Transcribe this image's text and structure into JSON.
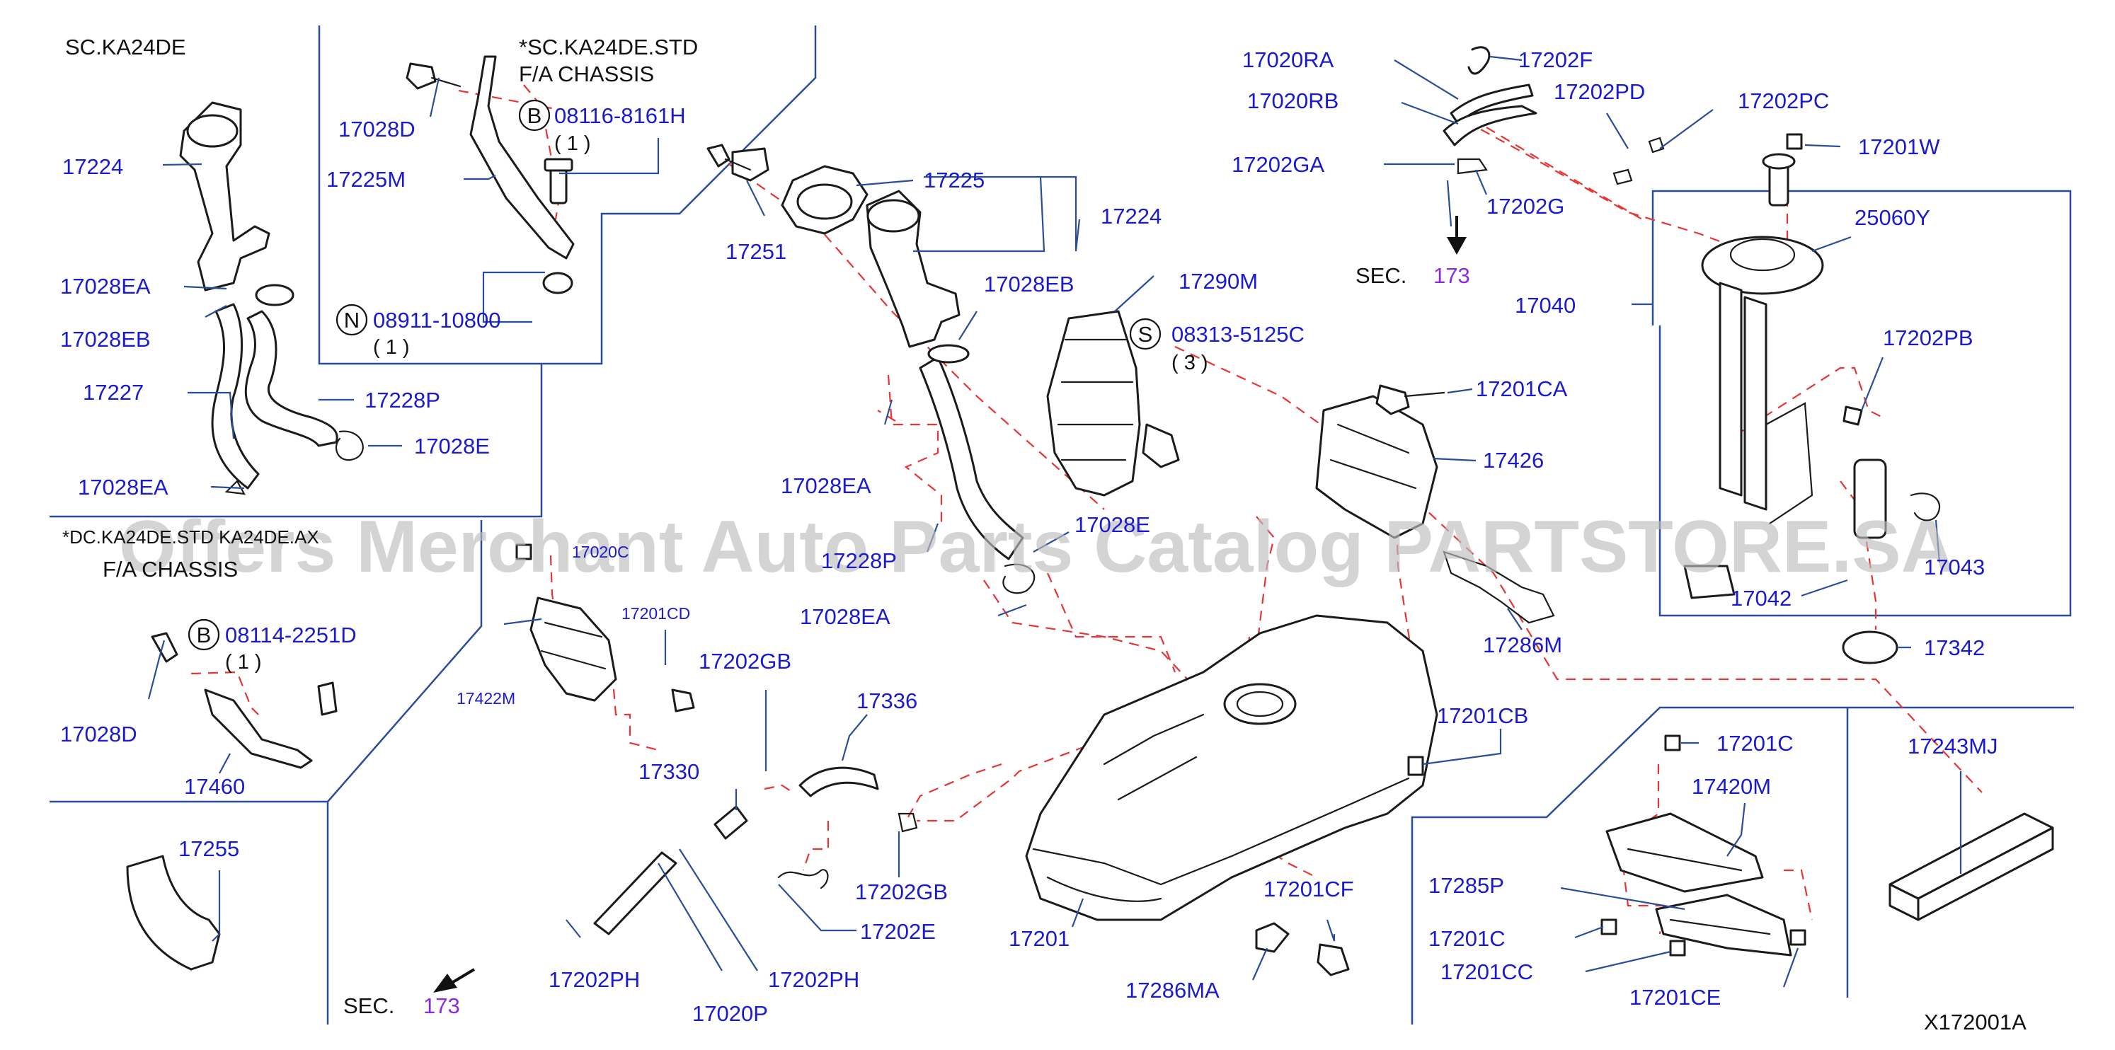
{
  "headings": {
    "sc": "SC.KA24DE",
    "std": "*SC.KA24DE.STD",
    "std_chassis": "F/A   CHASSIS",
    "dc": "*DC.KA24DE.STD KA24DE.AX",
    "dc_chassis": "F/A   CHASSIS"
  },
  "callouts": {
    "b1_letter": "B",
    "b1_code": "08116-8161H",
    "b1_qty": "( 1 )",
    "n_letter": "N",
    "n_code": "08911-10800",
    "n_qty": "( 1 )",
    "s_letter": "S",
    "s_code": "08313-5125C",
    "s_qty": "( 3 )",
    "b2_letter": "B",
    "b2_code": "08114-2251D",
    "b2_qty": "( 1 )"
  },
  "sec_refs": {
    "top_word": "SEC.",
    "top_num": "173",
    "bottom_word": "SEC.",
    "bottom_num": "173"
  },
  "watermark": "Offers Merchant Auto Parts Catalog PARTSTORE.SA",
  "diagram_code": "X172001A",
  "parts": {
    "p17224_left": "17224",
    "p17028EA_l1": "17028EA",
    "p17028EB_l": "17028EB",
    "p17227": "17227",
    "p17228P": "17228P",
    "p17028E_l": "17028E",
    "p17028EA_l2": "17028EA",
    "p17028D_top": "17028D",
    "p17225M": "17225M",
    "p17251": "17251",
    "p17225": "17225",
    "p17224_mid": "17224",
    "p17028EB_m": "17028EB",
    "p17290M": "17290M",
    "p17028EA_m1": "17028EA",
    "p17028E_m": "17028E",
    "p17228P_m": "17228P",
    "p17028EA_m2": "17028EA",
    "p17201CD": "17201CD",
    "p17422M": "17422M",
    "p17020_c": "17020C",
    "p17028D_bot": "17028D",
    "p17460": "17460",
    "p17255": "17255",
    "p17202GB_t": "17202GB",
    "p17336": "17336",
    "p17330": "17330",
    "p17202GB_b": "17202GB",
    "p17202E": "17202E",
    "p17202PH_l": "17202PH",
    "p17020P": "17020P",
    "p17202PH_r": "17202PH",
    "p17201": "17201",
    "p17201CF": "17201CF",
    "p17286MA": "17286MA",
    "p17201CA": "17201CA",
    "p17426": "17426",
    "p17286M": "17286M",
    "p17201CB": "17201CB",
    "p17020RA": "17020RA",
    "p17202F": "17202F",
    "p17020RB": "17020RB",
    "p17202PD": "17202PD",
    "p17202PC": "17202PC",
    "p17202GA": "17202GA",
    "p17202G": "17202G",
    "p17201W": "17201W",
    "p25060Y": "25060Y",
    "p17040": "17040",
    "p17202PB": "17202PB",
    "p17042": "17042",
    "p17043": "17043",
    "p17342": "17342",
    "p17201C_t": "17201C",
    "p17420M": "17420M",
    "p17285P": "17285P",
    "p17201C_b": "17201C",
    "p17201CC": "17201CC",
    "p17201CE": "17201CE",
    "p17243MJ": "17243MJ"
  },
  "colors": {
    "part_number": "#1a1ad0",
    "frame_line": "#2a4d9a",
    "dashed_line": "#e53535",
    "sec_number": "#8a2be2",
    "drawing": "#1b1b1b"
  }
}
